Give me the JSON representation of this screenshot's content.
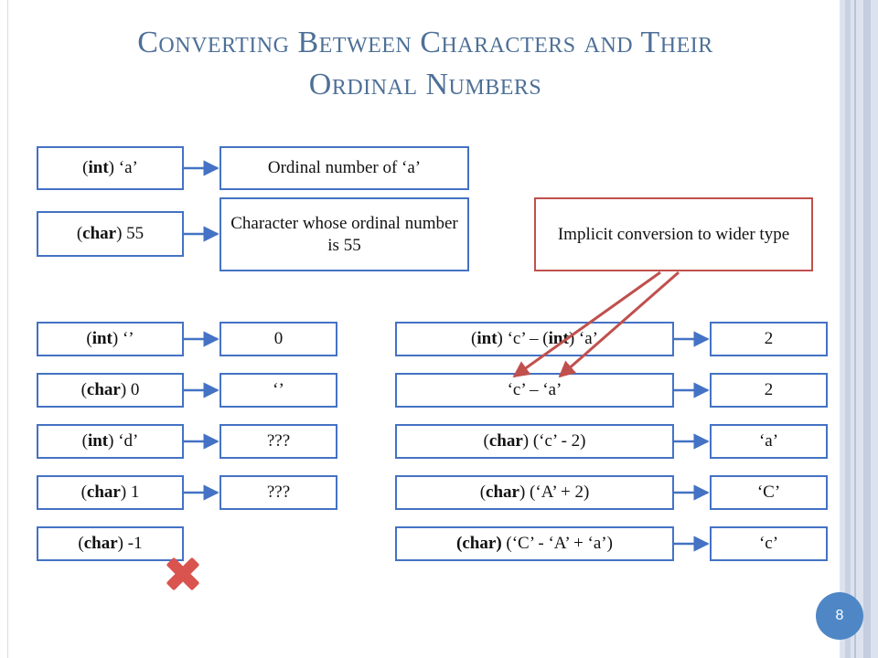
{
  "slide": {
    "title_line1": "Converting Between Characters and Their",
    "title_line2": "Ordinal Numbers",
    "page_number": "8"
  },
  "top": {
    "cast_int_a": {
      "keyword": "int",
      "rest": " ‘a’"
    },
    "ordinal_a": "Ordinal number of ‘a’",
    "cast_char_55": {
      "keyword": "char",
      "rest": " 55"
    },
    "char_55_desc": "Character whose ordinal number is 55",
    "implicit_note": "Implicit conversion to wider type"
  },
  "left_rows": [
    {
      "keyword": "int",
      "rest": " ‘’",
      "result": "0"
    },
    {
      "keyword": "char",
      "rest": " 0",
      "result": "‘’"
    },
    {
      "keyword": "int",
      "rest": " ‘d’",
      "result": "???"
    },
    {
      "keyword": "char",
      "rest": " 1",
      "result": "???"
    },
    {
      "keyword": "char",
      "rest": " -1",
      "result": ""
    }
  ],
  "right_rows": [
    {
      "result": "2"
    },
    {
      "expr": "‘c’ – ‘a’",
      "result": "2"
    },
    {
      "keyword": "char",
      "rest": " (‘c’ - 2)",
      "result": "‘a’"
    },
    {
      "keyword": "char",
      "rest": " (‘A’ + 2)",
      "result": "‘C’"
    },
    {
      "keyword": "char",
      "rest": " (‘C’ - ‘A’ + ‘a’)",
      "result": "‘c’"
    }
  ],
  "right_row0_expr": {
    "k1": "int",
    "mid": " ‘c’ – (",
    "k2": "int",
    "tail": " ‘a’"
  },
  "colors": {
    "box_border": "#4472c4",
    "note_border": "#c0504d",
    "arrow": "#c0504d",
    "title": "#4e7097",
    "badge": "#4f87c6",
    "error_mark": "#d9534f"
  },
  "icons": {
    "error": "red-x-icon"
  }
}
